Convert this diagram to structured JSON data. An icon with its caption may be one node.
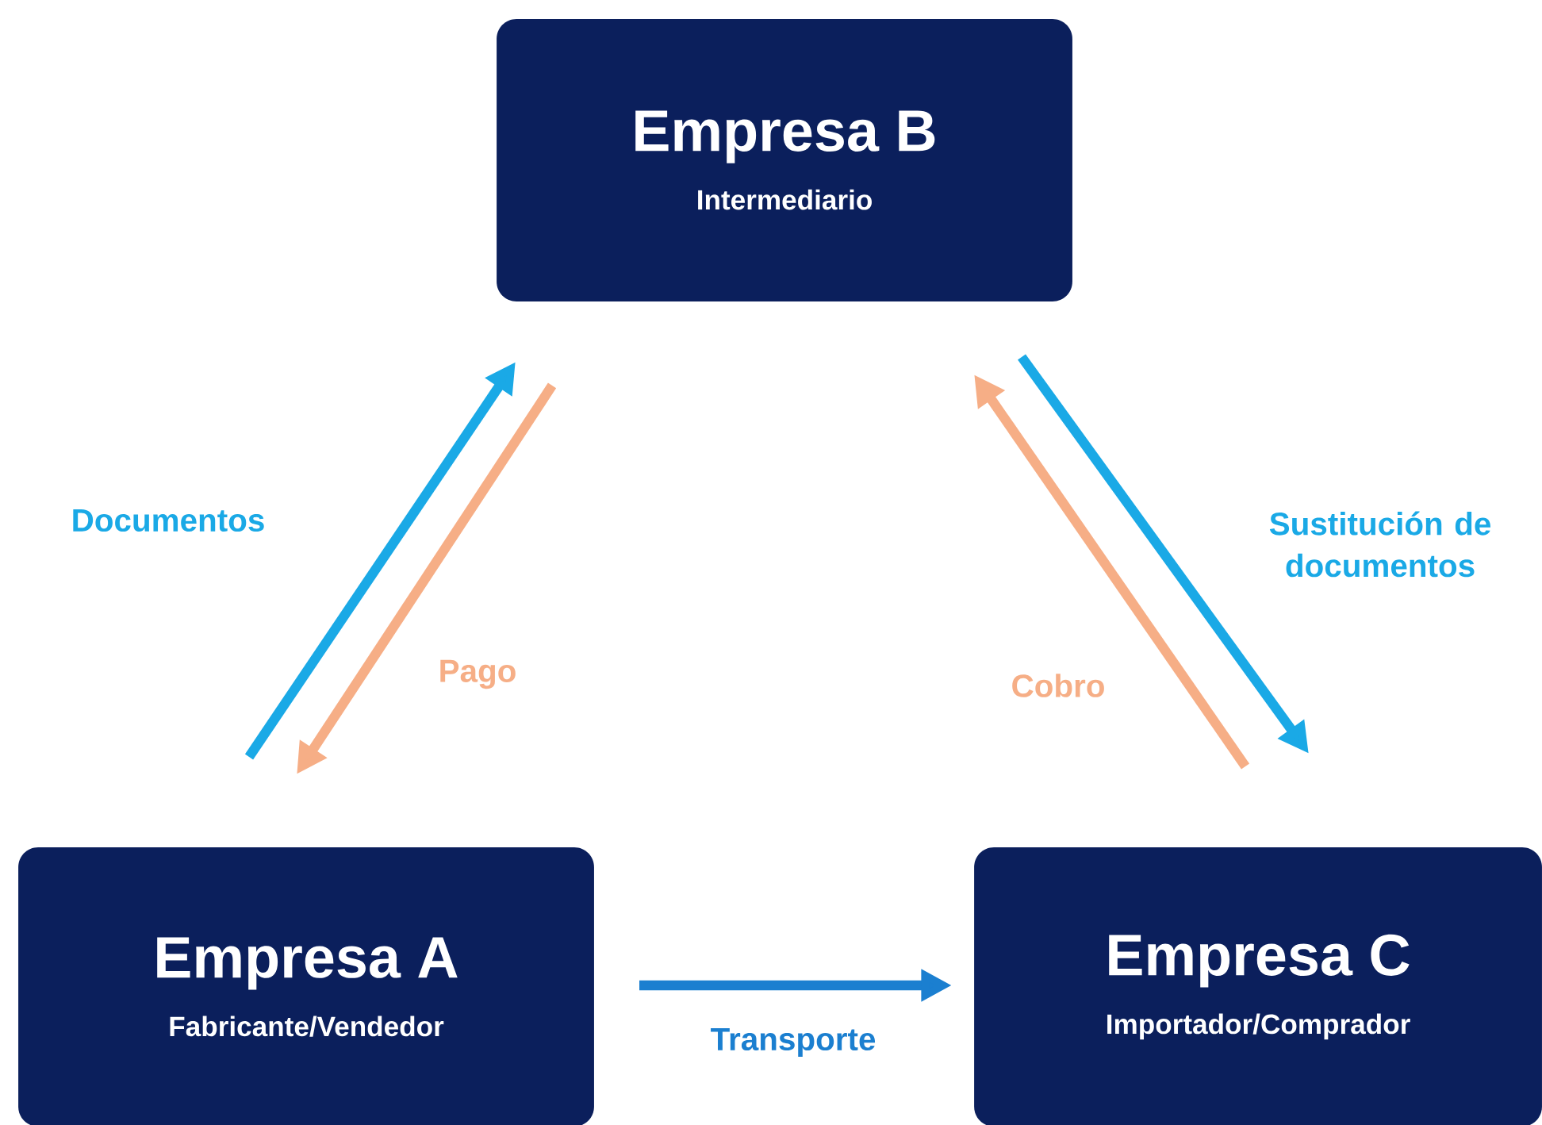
{
  "diagram": {
    "nodes": [
      {
        "text": [
          "Empresa B",
          "Intermediario"
        ]
      },
      {
        "text": [
          "Empresa A",
          "Fabricante/Vendedor"
        ]
      },
      {
        "text": [
          "Empresa C",
          "Importador/Comprador"
        ]
      }
    ],
    "edges": [
      {
        "from": 1,
        "to": 0,
        "arrow": "to",
        "label": "Documentos",
        "color": "#1aa9e6"
      },
      {
        "from": 0,
        "to": 1,
        "arrow": "to",
        "label": "Pago",
        "color": "#f6ae86"
      },
      {
        "from": 2,
        "to": 0,
        "arrow": "to",
        "label": "Cobro",
        "color": "#f6ae86"
      },
      {
        "from": 0,
        "to": 2,
        "arrow": "to",
        "label": "Sustitución de documentos",
        "color": "#1aa9e6"
      },
      {
        "from": 1,
        "to": 2,
        "arrow": "to",
        "label": "Transporte",
        "color": "#1b7fd0"
      }
    ]
  }
}
